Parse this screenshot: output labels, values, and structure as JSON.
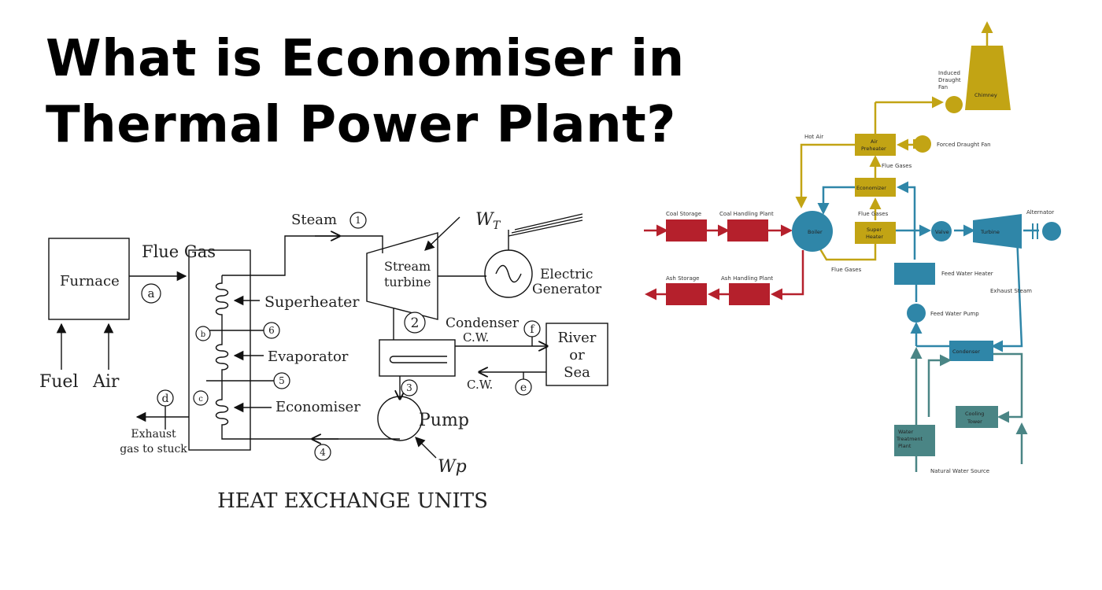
{
  "title": {
    "line1": "What is Economiser in",
    "line2": "Thermal Power Plant?"
  },
  "left_diagram": {
    "caption": "HEAT EXCHANGE UNITS",
    "furnace": "Furnace",
    "fuel": "Fuel",
    "air": "Air",
    "flue_gas": "Flue Gas",
    "steam": "Steam",
    "superheater": "Superheater",
    "evaporator": "Evaporator",
    "economiser": "Economiser",
    "turbine_line1": "Stream",
    "turbine_line2": "turbine",
    "wt": "W",
    "wt_sub": "T",
    "generator_line1": "Electric",
    "generator_line2": "Generator",
    "condenser": "Condenser",
    "cw_top": "C.W.",
    "cw_bottom": "C.W.",
    "river_line1": "River",
    "river_line2": "or",
    "river_line3": "Sea",
    "pump": "Pump",
    "wp": "Wp",
    "exhaust_line1": "Exhaust",
    "exhaust_line2": "gas to stuck",
    "markers": {
      "m1": "1",
      "m2": "2",
      "m3": "3",
      "m4": "4",
      "m5": "5",
      "m6": "6",
      "ma": "a",
      "mb": "b",
      "mc": "c",
      "md": "d",
      "me": "e",
      "mf": "f"
    }
  },
  "right_diagram": {
    "colors": {
      "coal": "#b5202c",
      "steam": "#2f86a8",
      "gas": "#c2a414",
      "water": "#4a8585"
    },
    "coal_storage": "Coal Storage",
    "coal_handling": "Coal Handling Plant",
    "ash_storage": "Ash Storage",
    "ash_handling": "Ash Handling Plant",
    "boiler": "Boiler",
    "hot_air": "Hot Air",
    "air_preheater_line1": "Air",
    "air_preheater_line2": "Preheater",
    "forced_draught_fan": "Forced Draught Fan",
    "induced_line1": "Induced",
    "induced_line2": "Draught",
    "induced_line3": "Fan",
    "chimney": "Chimney",
    "flue_gases_top": "Flue Gases",
    "economiser": "Economizer",
    "flue_gases_mid": "Flue Gases",
    "super_heater_line1": "Super",
    "super_heater_line2": "Heater",
    "flue_gases_bottom": "Flue Gases",
    "valve": "Valve",
    "turbine": "Turbine",
    "alternator": "Alternator",
    "feed_water_heater": "Feed Water Heater",
    "exhaust_steam": "Exhaust Steam",
    "feed_water_pump": "Feed Water Pump",
    "condenser": "Condenser",
    "cooling_tower_line1": "Cooling",
    "cooling_tower_line2": "Tower",
    "wtp_line1": "Water",
    "wtp_line2": "Treatment",
    "wtp_line3": "Plant",
    "natural_water": "Natural Water Source"
  }
}
